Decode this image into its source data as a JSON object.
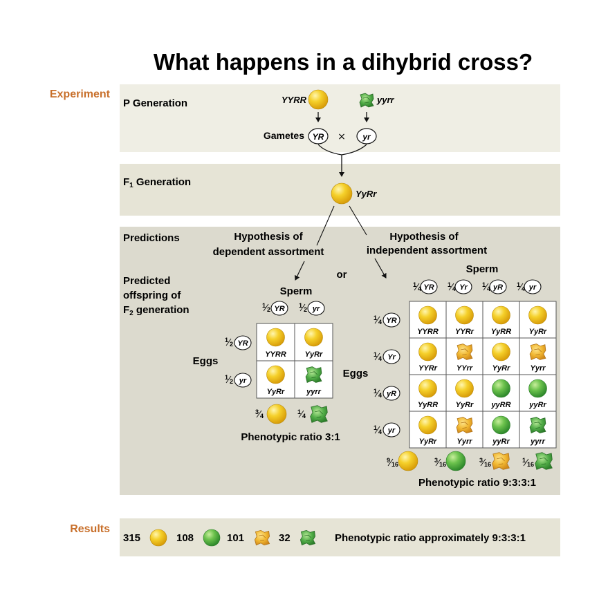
{
  "title": "What happens in a dihybrid cross?",
  "colors": {
    "experiment_label": "#c86f2a",
    "panel_light": "#efeee4",
    "panel_mid": "#e6e4d6",
    "panel_dark": "#dcdace",
    "yellow_round": "#f2c21b",
    "green_round": "#5cb84a",
    "yellow_wrinkled": "#f0b832",
    "green_wrinkled": "#52ad48"
  },
  "experiment": {
    "section_label": "Experiment",
    "p_generation": {
      "label": "P Generation",
      "parent1": "YYRR",
      "parent2": "yyrr",
      "gametes_label": "Gametes",
      "gamete1": "YR",
      "gamete2": "yr",
      "cross_symbol": "×"
    },
    "f1_generation": {
      "label_main": "F",
      "label_sub": "1",
      "label_rest": " Generation",
      "genotype": "YyRr"
    },
    "predictions": {
      "label": "Predictions",
      "offspring_line1": "Predicted",
      "offspring_line2": "offspring of",
      "offspring_line3_main": "F",
      "offspring_line3_sub": "2",
      "offspring_line3_rest": " generation",
      "or_label": "or",
      "dependent": {
        "hyp_line1": "Hypothesis of",
        "hyp_line2": "dependent assortment",
        "sperm_label": "Sperm",
        "eggs_label": "Eggs",
        "fraction_num": "1",
        "fraction_den": "2",
        "sperm": [
          "YR",
          "yr"
        ],
        "eggs": [
          "YR",
          "yr"
        ],
        "cells": [
          [
            "YYRR",
            "YyRr"
          ],
          [
            "YyRr",
            "yyrr"
          ]
        ],
        "phenotypes": [
          [
            "yellow-round",
            "yellow-round"
          ],
          [
            "yellow-round",
            "green-wrinkled"
          ]
        ],
        "summary": [
          {
            "num": "3",
            "den": "4",
            "phenotype": "yellow-round"
          },
          {
            "num": "1",
            "den": "4",
            "phenotype": "green-wrinkled"
          }
        ],
        "ratio_text": "Phenotypic ratio 3:1"
      },
      "independent": {
        "hyp_line1": "Hypothesis of",
        "hyp_line2": "independent assortment",
        "sperm_label": "Sperm",
        "eggs_label": "Eggs",
        "fraction_num": "1",
        "fraction_den": "4",
        "sperm": [
          "YR",
          "Yr",
          "yR",
          "yr"
        ],
        "eggs": [
          "YR",
          "Yr",
          "yR",
          "yr"
        ],
        "cells": [
          [
            "YYRR",
            "YYRr",
            "YyRR",
            "YyRr"
          ],
          [
            "YYRr",
            "YYrr",
            "YyRr",
            "Yyrr"
          ],
          [
            "YyRR",
            "YyRr",
            "yyRR",
            "yyRr"
          ],
          [
            "YyRr",
            "Yyrr",
            "yyRr",
            "yyrr"
          ]
        ],
        "phenotypes": [
          [
            "yellow-round",
            "yellow-round",
            "yellow-round",
            "yellow-round"
          ],
          [
            "yellow-round",
            "yellow-wrinkled",
            "yellow-round",
            "yellow-wrinkled"
          ],
          [
            "yellow-round",
            "yellow-round",
            "green-round",
            "green-round"
          ],
          [
            "yellow-round",
            "yellow-wrinkled",
            "green-round",
            "green-wrinkled"
          ]
        ],
        "summary": [
          {
            "num": "9",
            "den": "16",
            "phenotype": "yellow-round"
          },
          {
            "num": "3",
            "den": "16",
            "phenotype": "green-round"
          },
          {
            "num": "3",
            "den": "16",
            "phenotype": "yellow-wrinkled"
          },
          {
            "num": "1",
            "den": "16",
            "phenotype": "green-wrinkled"
          }
        ],
        "ratio_text": "Phenotypic ratio 9:3:3:1"
      }
    }
  },
  "results": {
    "section_label": "Results",
    "counts": [
      {
        "count": "315",
        "phenotype": "yellow-round"
      },
      {
        "count": "108",
        "phenotype": "green-round"
      },
      {
        "count": "101",
        "phenotype": "yellow-wrinkled"
      },
      {
        "count": "32",
        "phenotype": "green-wrinkled"
      }
    ],
    "ratio_text": "Phenotypic ratio approximately 9:3:3:1"
  }
}
